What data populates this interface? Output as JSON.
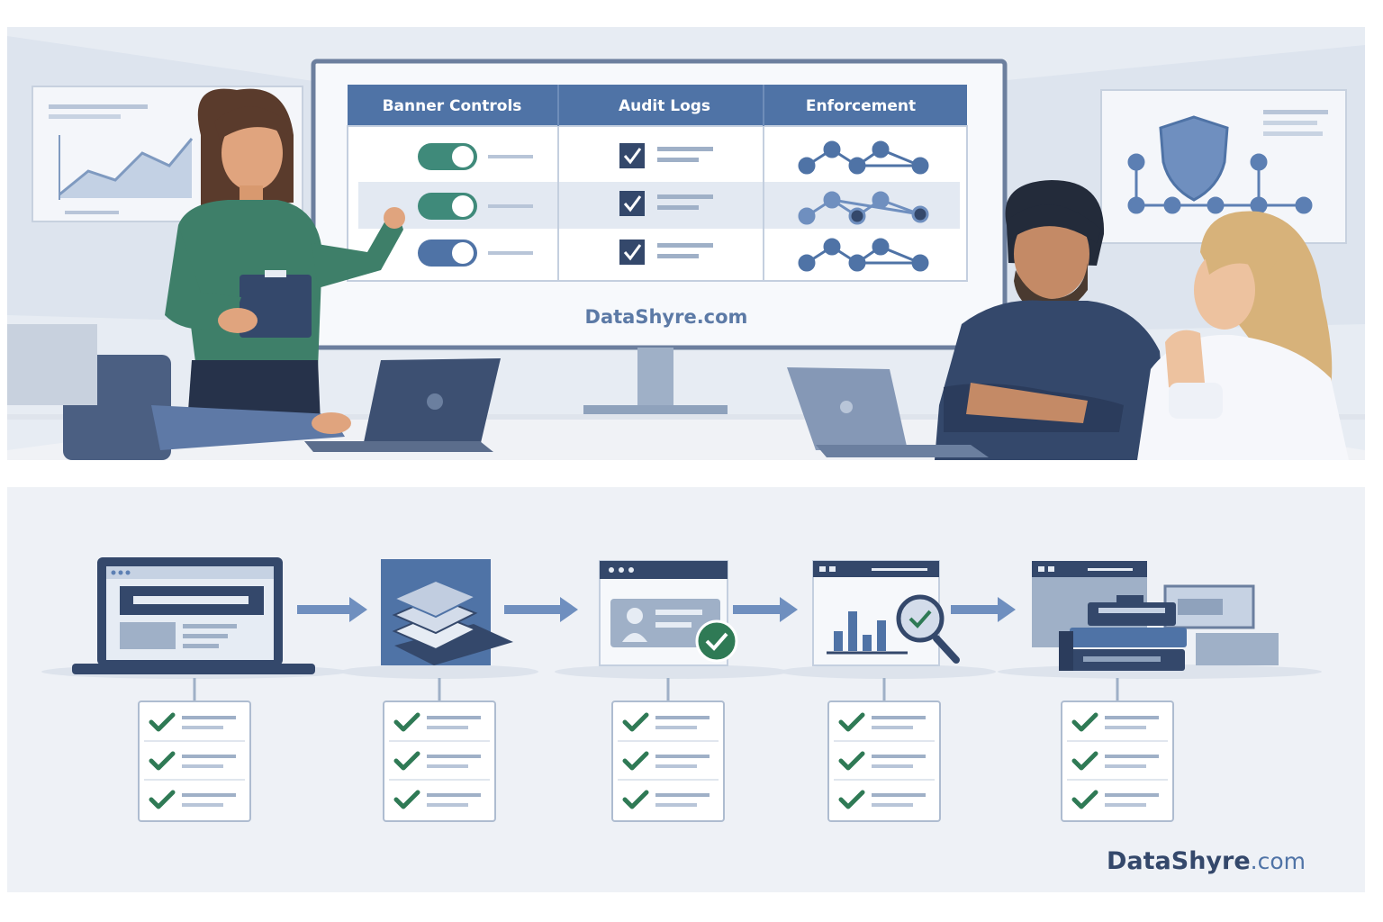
{
  "scene": {
    "board": {
      "columns": [
        "Banner Controls",
        "Audit Logs",
        "Enforcement"
      ],
      "toggle_states": [
        true,
        true,
        true
      ],
      "checkbox_states": [
        true,
        true,
        true
      ],
      "watermark": "DataShyre.com"
    }
  },
  "flow": {
    "steps": [
      {
        "icon": "website-laptop-icon",
        "checklist": [
          true,
          true,
          true
        ]
      },
      {
        "icon": "layers-stack-icon",
        "checklist": [
          true,
          true,
          true
        ]
      },
      {
        "icon": "verified-profile-icon",
        "checklist": [
          true,
          true,
          true
        ]
      },
      {
        "icon": "analytics-search-icon",
        "checklist": [
          true,
          true,
          true
        ]
      },
      {
        "icon": "server-storage-icon",
        "checklist": [
          true,
          true,
          true
        ]
      }
    ],
    "brand": {
      "name": "DataShyre",
      "suffix": ".com"
    }
  },
  "colors": {
    "navy": "#34486b",
    "blue": "#4f73a6",
    "teal": "#3f8a7a",
    "green": "#2f7a55",
    "shirt_green": "#3e7f69",
    "light": "#e9edf3"
  }
}
